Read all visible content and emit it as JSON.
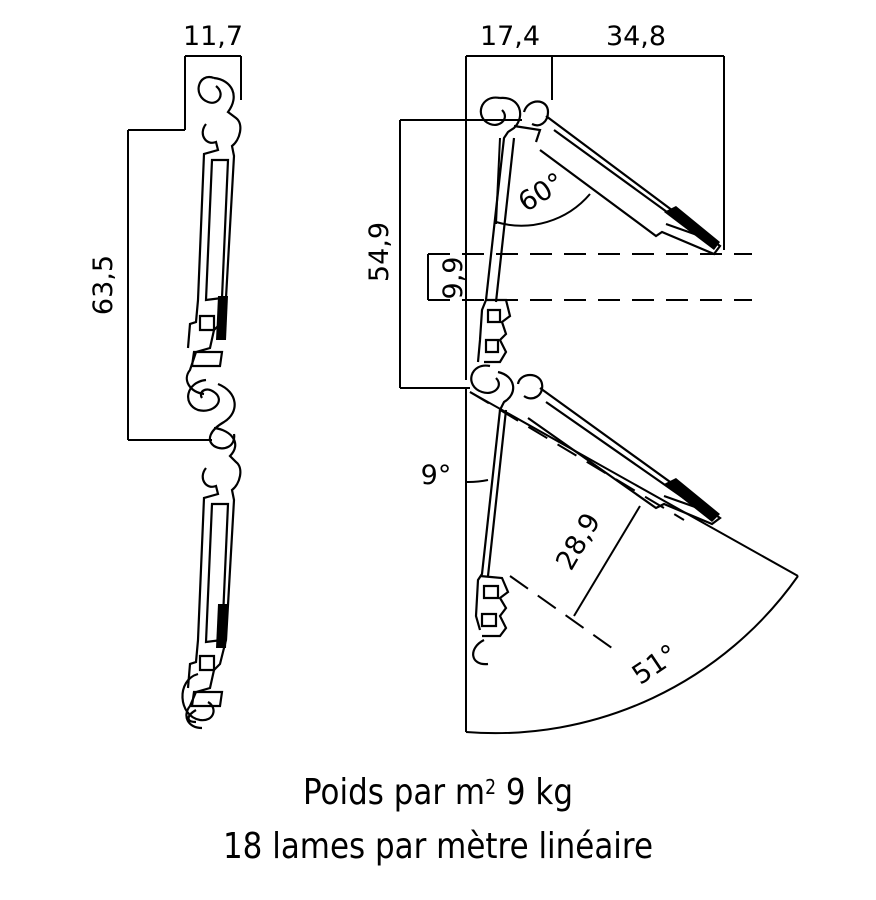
{
  "dimensions": {
    "left_width": "11,7",
    "left_pitch": "63,5",
    "right_width_a": "17,4",
    "right_width_b": "34,8",
    "right_height": "54,9",
    "right_gap": "9,9",
    "angle_open": "60°",
    "angle_tilt": "9°",
    "depth": "28,9",
    "angle_sweep": "51°"
  },
  "caption": {
    "weight_prefix": "Poids par m",
    "weight_exponent": "2",
    "weight_value": " 9 kg",
    "slats_line": "18 lames par mètre linéaire"
  }
}
